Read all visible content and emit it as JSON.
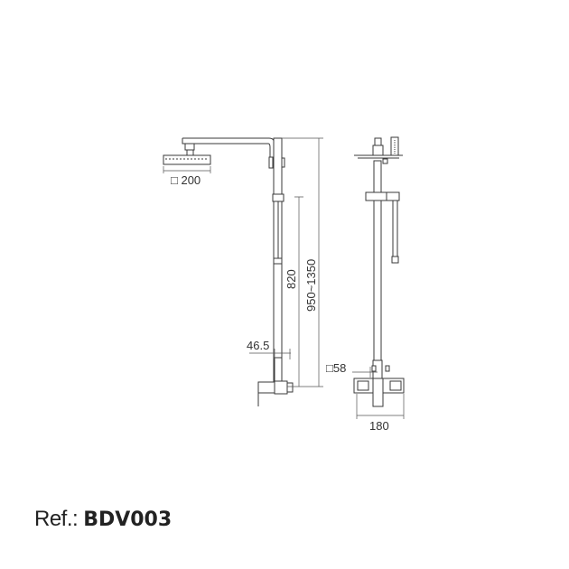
{
  "dimensions": {
    "head_size": "□ 200",
    "slide_height": "820",
    "total_height": "950~1350",
    "offset": "46.5",
    "valve_size": "□58",
    "valve_width": "180"
  },
  "reference": {
    "label": "Ref.:",
    "code": "BDV003"
  }
}
